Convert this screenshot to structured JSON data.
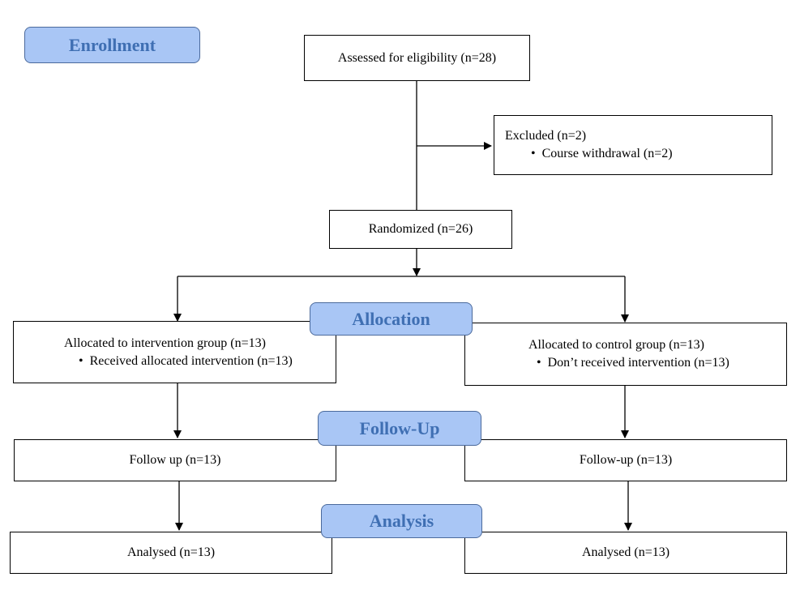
{
  "stages": {
    "enrollment": "Enrollment",
    "allocation": "Allocation",
    "follow_up": "Follow-Up",
    "analysis": "Analysis"
  },
  "boxes": {
    "assessed": "Assessed for eligibility (n=28)",
    "excluded": {
      "title": "Excluded (n=2)",
      "bullet": "Course withdrawal (n=2)"
    },
    "randomized": "Randomized (n=26)",
    "intervention": {
      "title": "Allocated to intervention group (n=13)",
      "bullet": "Received allocated intervention (n=13)"
    },
    "control": {
      "title": "Allocated to control group (n=13)",
      "bullet": "Don’t received intervention (n=13)"
    },
    "followup_left": "Follow up (n=13)",
    "followup_right": "Follow-up (n=13)",
    "analysed_left": "Analysed (n=13)",
    "analysed_right": "Analysed (n=13)"
  },
  "colors": {
    "stage_fill": "#a9c6f5",
    "stage_text": "#3f6fb3",
    "line": "#000000"
  }
}
